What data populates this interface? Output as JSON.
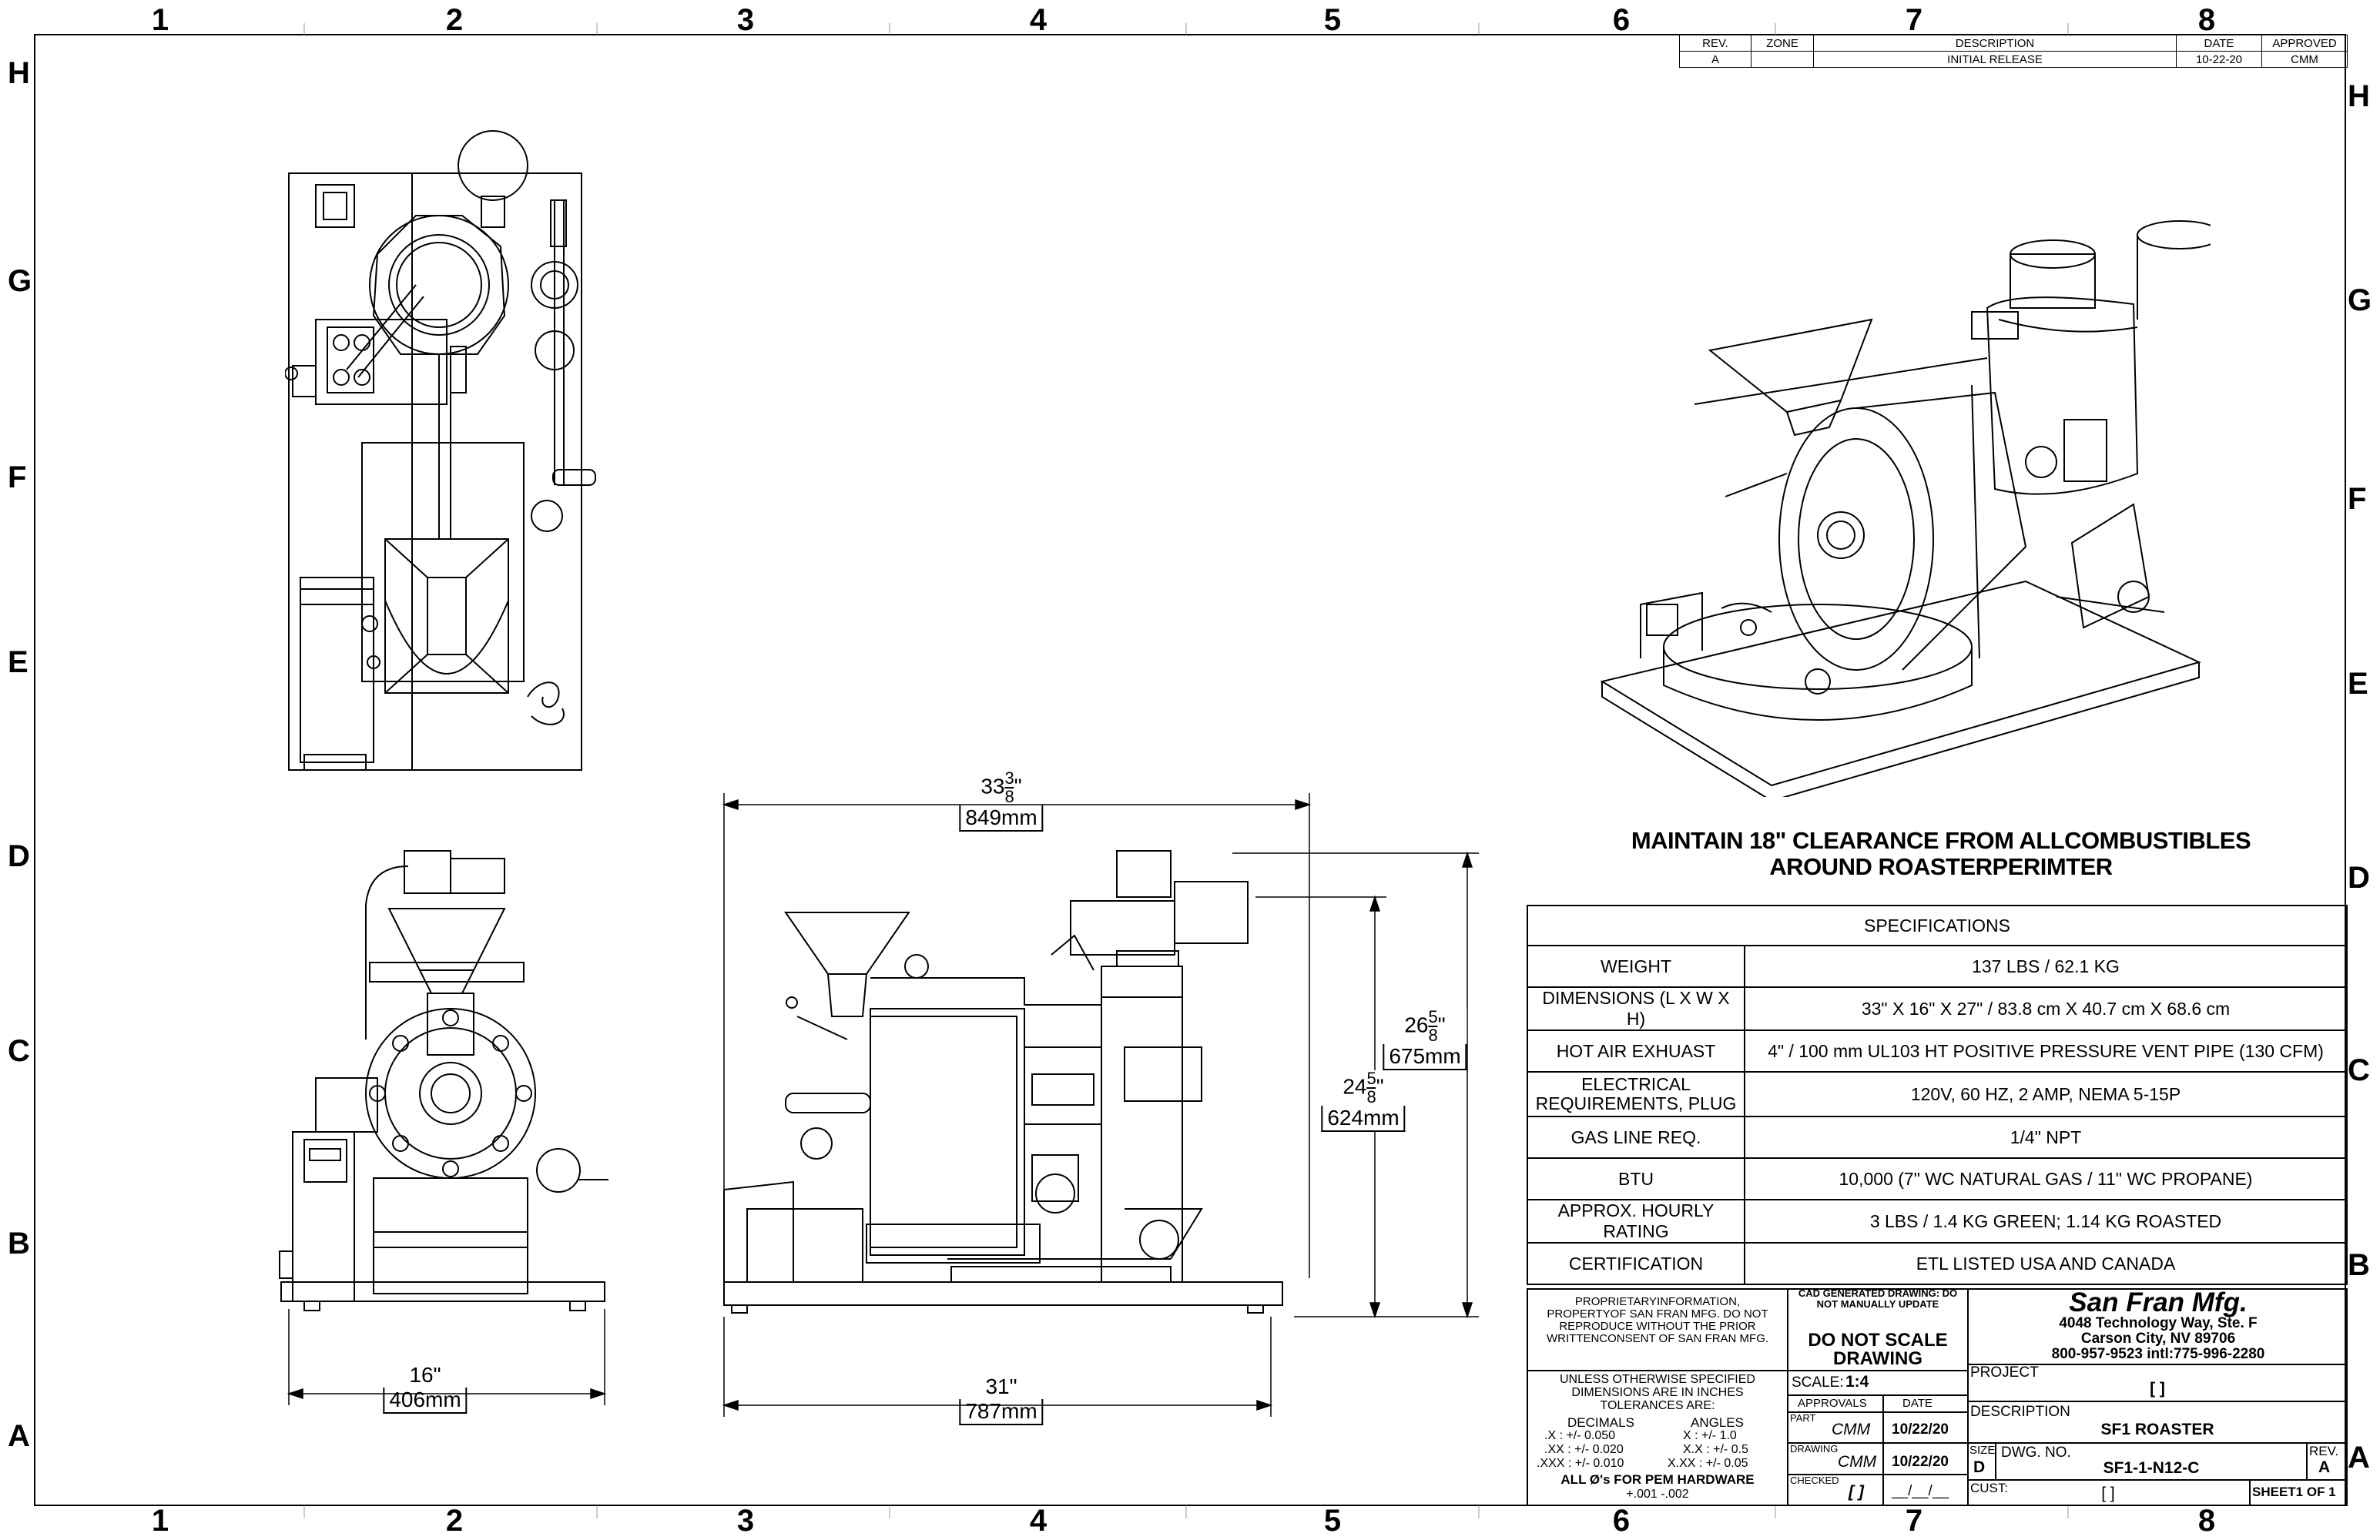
{
  "zones": {
    "columns": [
      "1",
      "2",
      "3",
      "4",
      "5",
      "6",
      "7",
      "8"
    ],
    "rows": [
      "H",
      "G",
      "F",
      "E",
      "D",
      "C",
      "B",
      "A"
    ]
  },
  "revision_table": {
    "headers": [
      "REV.",
      "ZONE",
      "DESCRIPTION",
      "DATE",
      "APPROVED"
    ],
    "rows": [
      [
        "A",
        "",
        "INITIAL RELEASE",
        "10-22-20",
        "CMM"
      ]
    ]
  },
  "notice": {
    "line1": "MAINTAIN   18\" CLEARANCE FROM ALLCOMBUSTIBLES",
    "line2": "AROUND  ROASTERPERIMTER"
  },
  "specifications": {
    "title": "SPECIFICATIONS",
    "rows": [
      {
        "label": "WEIGHT",
        "value": "137 LBS / 62.1 KG"
      },
      {
        "label": "DIMENSIONS (L X W X H)",
        "value": "33\" X 16\" X 27\" / 83.8 cm X 40.7 cm X 68.6 cm"
      },
      {
        "label": "HOT AIR EXHUAST",
        "value": "4\" / 100 mm UL103 HT POSITIVE PRESSURE VENT PIPE (130 CFM)"
      },
      {
        "label": "ELECTRICAL REQUIREMENTS, PLUG",
        "value": "120V, 60 HZ, 2 AMP, NEMA 5-15P"
      },
      {
        "label": "GAS LINE REQ.",
        "value": "1/4\" NPT"
      },
      {
        "label": "BTU",
        "value": "10,000 (7\" WC NATURAL GAS / 11\" WC PROPANE)"
      },
      {
        "label": "APPROX. HOURLY RATING",
        "value": "3 LBS / 1.4 KG GREEN; 1.14 KG ROASTED"
      },
      {
        "label": "CERTIFICATION",
        "value": "ETL LISTED USA AND CANADA"
      }
    ]
  },
  "dimensions": {
    "overall_length": {
      "whole": "33",
      "num": "3",
      "den": "8",
      "unit": "\"",
      "mm": "849mm"
    },
    "length": {
      "text": "31\"",
      "mm": "787mm"
    },
    "width": {
      "text": "16\"",
      "mm": "406mm"
    },
    "height_total": {
      "whole": "26",
      "num": "5",
      "den": "8",
      "unit": "\"",
      "mm": "675mm"
    },
    "height_body": {
      "whole": "24",
      "num": "5",
      "den": "8",
      "unit": "\"",
      "mm": "624mm"
    }
  },
  "title_block": {
    "proprietary": "PROPRIETARYINFORMATION, PROPERTYOF SAN FRAN MFG. DO  NOT REPRODUCE WITHOUT THE PRIOR WRITTENCONSENT OF SAN FRAN MFG.",
    "cad_note": "CAD GENERATED DRAWING: DO NOT MANUALLY UPDATE",
    "do_not_scale": "DO NOT SCALE DRAWING",
    "company": "San Fran Mfg.",
    "address1": "4048 Technology Way, Ste. F",
    "address2": "Carson City, NV 89706",
    "phone": "800-957-9523  intl:775-996-2280",
    "tolerance_note": "UNLESS OTHERWISE  SPECIFIED DIMENSIONS ARE IN INCHES TOLERANCES ARE:",
    "decimals_label": "DECIMALS",
    "angles_label": "ANGLES",
    "tol_rows": [
      [
        ".X : +/-  0.050",
        "X  :   +/-  1.0"
      ],
      [
        ".XX : +/- 0.020",
        "X.X :   +/-  0.5"
      ],
      [
        ".XXX : +/- 0.010",
        "X.XX : +/- 0.05"
      ]
    ],
    "pem_note": "ALL Ø's FOR PEM HARDWARE",
    "pem_tol": "+.001  -.002",
    "scale_label": "SCALE:",
    "scale_value": "1:4",
    "approvals_label": "APPROVALS",
    "date_label": "DATE",
    "part_label": "PART",
    "part_by": "CMM",
    "part_date": "10/22/20",
    "drawing_label": "DRAWING",
    "drawing_by": "CMM",
    "drawing_date": "10/22/20",
    "checked_label": "CHECKED",
    "checked_by": "[  ]",
    "checked_date": "__/__/__",
    "project_label": "PROJECT",
    "project_value": "[ ]",
    "description_label": "DESCRIPTION",
    "description_value": "SF1 ROASTER",
    "size_label": "SIZE",
    "size_value": "D",
    "dwg_label": "DWG.  NO.",
    "dwg_value": "SF1-1-N12-C",
    "rev_label": "REV.",
    "rev_value": "A",
    "cust_label": "CUST:",
    "cust_value": "[ ]",
    "sheet": "SHEET1 OF 1"
  }
}
